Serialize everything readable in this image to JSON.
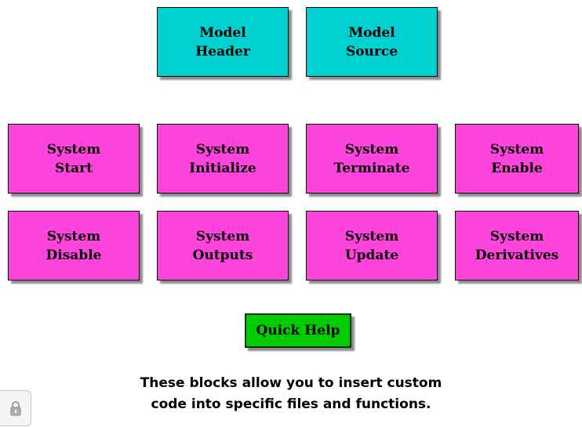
{
  "blocks": {
    "model_header": "Model\nHeader",
    "model_source": "Model\nSource",
    "system_start": "System\nStart",
    "system_initialize": "System\nInitialize",
    "system_terminate": "System\nTerminate",
    "system_enable": "System\nEnable",
    "system_disable": "System\nDisable",
    "system_outputs": "System\nOutputs",
    "system_update": "System\nUpdate",
    "system_derivatives": "System\nDerivatives",
    "quick_help": "Quick Help"
  },
  "caption": "These blocks allow you to insert custom\ncode into specific files and functions.",
  "colors": {
    "model_blocks": "#00d0d0",
    "system_blocks": "#ff44dd",
    "help_block": "#00cc00"
  },
  "icons": {
    "lock": "lock-icon"
  }
}
